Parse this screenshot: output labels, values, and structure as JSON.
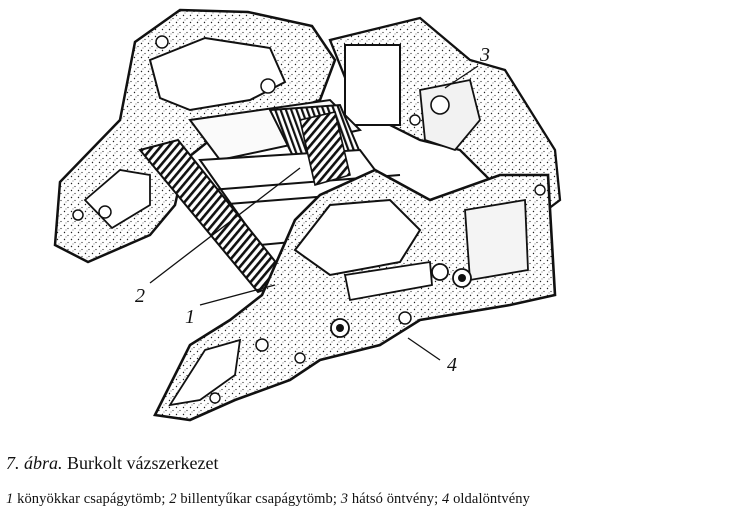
{
  "figure": {
    "callouts": [
      "1",
      "2",
      "3",
      "4"
    ]
  },
  "caption": {
    "number": "7.",
    "word": "ábra.",
    "title": "Burkolt vázszerkezet"
  },
  "legend": [
    {
      "n": "1",
      "text": "könyökkar csapágytömb;"
    },
    {
      "n": "2",
      "text": "billentyűkar csapágytömb;"
    },
    {
      "n": "3",
      "text": "hátsó öntvény;"
    },
    {
      "n": "4",
      "text": "oldalöntvény"
    }
  ]
}
